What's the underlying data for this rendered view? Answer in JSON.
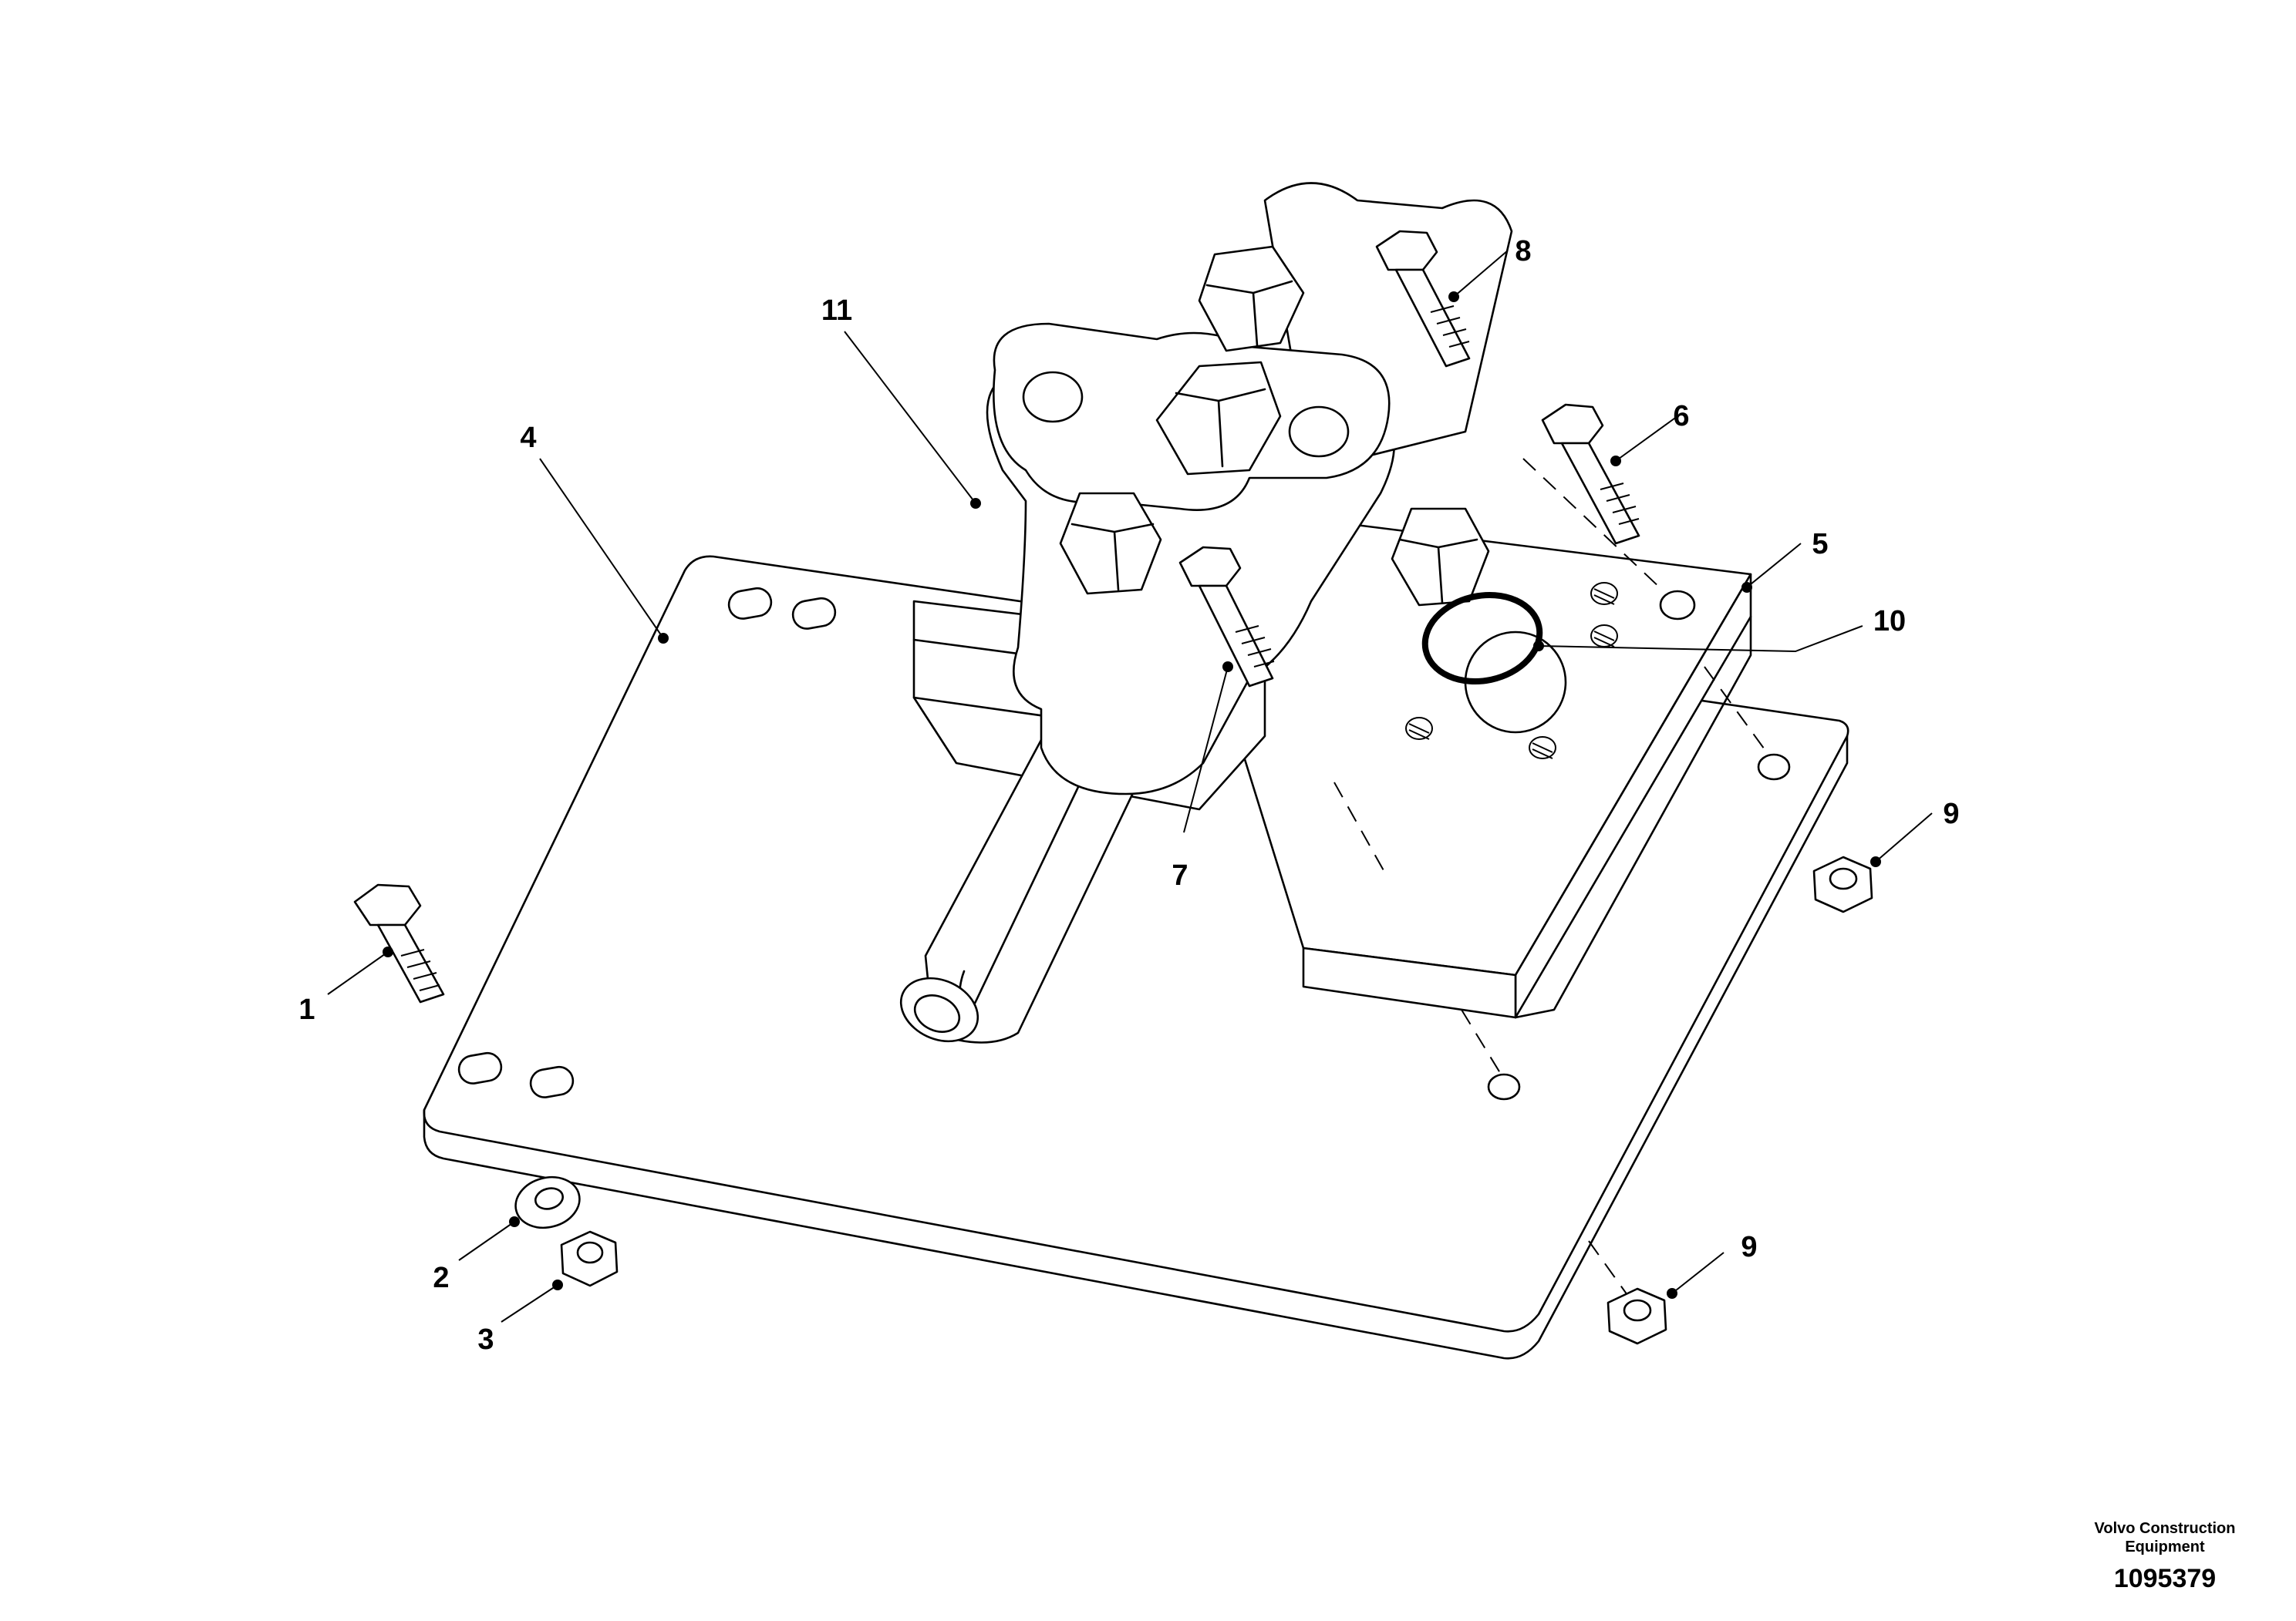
{
  "callouts": [
    "1",
    "2",
    "3",
    "4",
    "5",
    "6",
    "7",
    "8",
    "9",
    "9",
    "10",
    "11"
  ],
  "brand": {
    "line1": "Volvo Construction",
    "line2": "Equipment",
    "drawing_number": "1095379"
  }
}
